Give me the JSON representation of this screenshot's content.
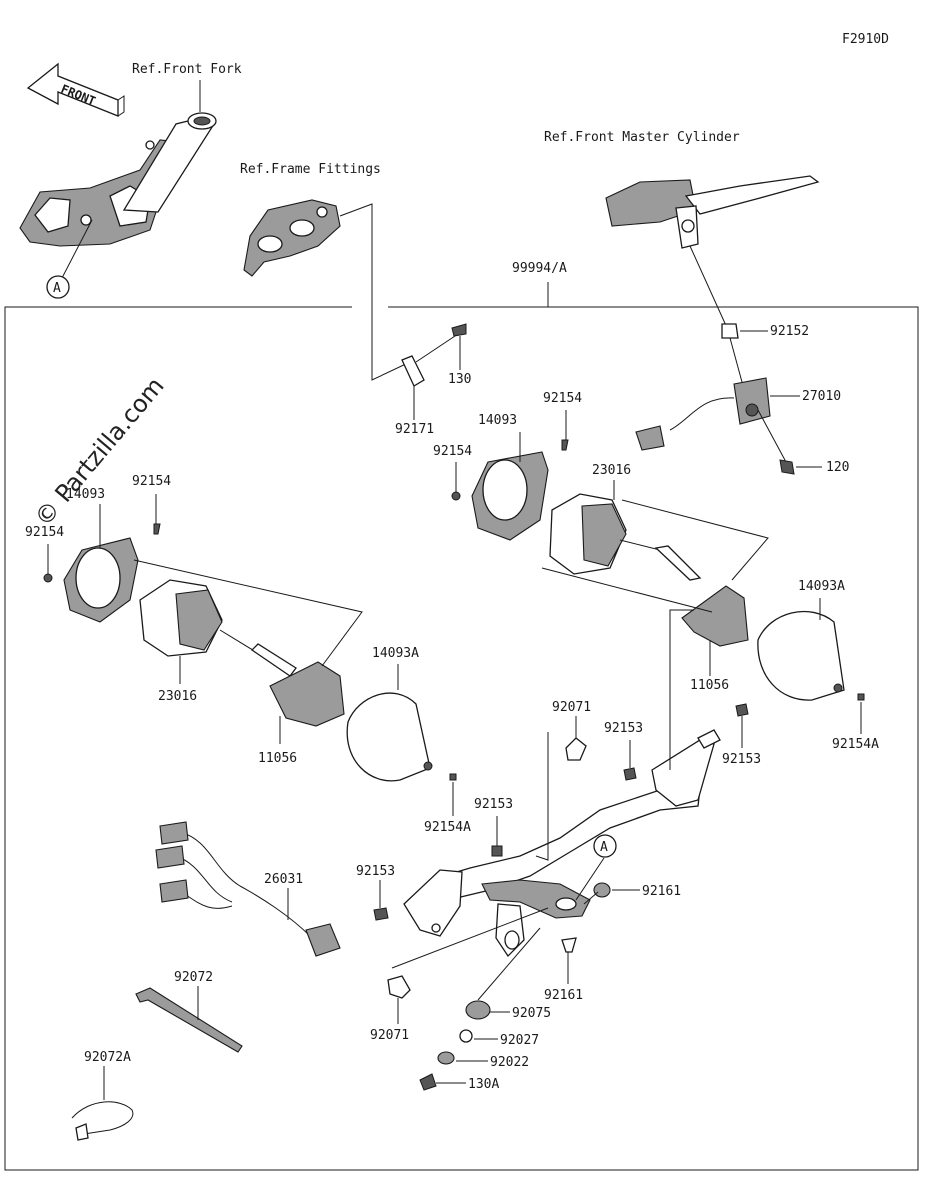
{
  "diagram": {
    "code": "F2910D",
    "watermark": "© Partzilla.com",
    "front_arrow": "FRONT",
    "refs": {
      "front_fork": "Ref.Front Fork",
      "frame_fittings": "Ref.Frame Fittings",
      "front_master_cylinder": "Ref.Front Master Cylinder"
    },
    "callout_a": "A",
    "parts": {
      "p99994a": "99994/A",
      "p92152": "92152",
      "p27010": "27010",
      "p120": "120",
      "p130": "130",
      "p92171": "92171",
      "p92154_r1": "92154",
      "p14093_r": "14093",
      "p92154_r2": "92154",
      "p23016_r": "23016",
      "p14093a_r": "14093A",
      "p11056_r": "11056",
      "p92154a_r": "92154A",
      "p92154_l1": "92154",
      "p14093_l": "14093",
      "p92154_l2": "92154",
      "p23016_l": "23016",
      "p11056_l": "11056",
      "p14093a_l": "14093A",
      "p92154a_l": "92154A",
      "p92071_t": "92071",
      "p92153_1": "92153",
      "p92153_2": "92153",
      "p92153_3": "92153",
      "p92153_4": "92153",
      "p26031": "26031",
      "p92161_1": "92161",
      "p92161_2": "92161",
      "p92075": "92075",
      "p92027": "92027",
      "p92022": "92022",
      "p130a": "130A",
      "p92071_b": "92071",
      "p92072": "92072",
      "p92072a": "92072A"
    }
  }
}
